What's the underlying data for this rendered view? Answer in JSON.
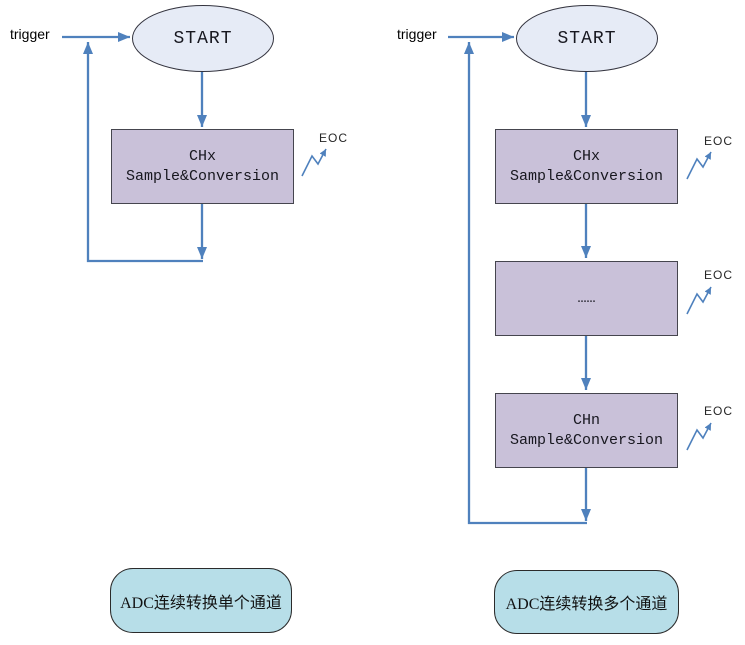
{
  "colors": {
    "bg": "#ffffff",
    "arrow": "#4f81bd",
    "ellipse_fill": "#e6ebf6",
    "ellipse_border": "#33333e",
    "box_fill": "#c9c1d9",
    "box_border": "#45454e",
    "caption_fill": "#b7dee8",
    "caption_border": "#2b2b2b",
    "ink": "#17171f",
    "eoc_ink": "#262626",
    "trigger_ink": "#000000"
  },
  "left_chart": {
    "trigger_label": "trigger",
    "start_label": "START",
    "process_boxes": [
      {
        "line1": "CHx",
        "line2": "Sample&Conversion"
      }
    ],
    "eoc_signals": [
      "EOC"
    ],
    "caption": "ADC连续转换单个通道"
  },
  "right_chart": {
    "trigger_label": "trigger",
    "start_label": "START",
    "process_boxes": [
      {
        "line1": "CHx",
        "line2": "Sample&Conversion"
      },
      {
        "line1": "……",
        "line2": ""
      },
      {
        "line1": "CHn",
        "line2": "Sample&Conversion"
      }
    ],
    "eoc_signals": [
      "EOC",
      "EOC",
      "EOC"
    ],
    "caption": "ADC连续转换多个通道"
  }
}
